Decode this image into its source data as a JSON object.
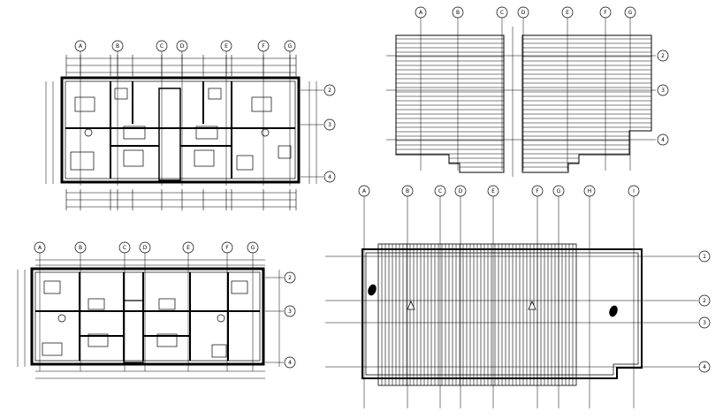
{
  "drawings": {
    "floor_plan_upper": {
      "grid_letters": [
        "A",
        "B",
        "C",
        "D",
        "E",
        "F",
        "G"
      ],
      "grid_numbers": [
        "2",
        "3",
        "4"
      ]
    },
    "roof_plan_upper": {
      "grid_letters": [
        "A",
        "B",
        "C",
        "D",
        "E",
        "F",
        "G"
      ],
      "grid_numbers": [
        "2",
        "3",
        "4"
      ]
    },
    "floor_plan_lower": {
      "grid_letters": [
        "A",
        "B",
        "C",
        "D",
        "E",
        "F",
        "G"
      ],
      "grid_numbers": [
        "2",
        "3",
        "4"
      ]
    },
    "roof_plan_lower": {
      "grid_letters": [
        "A",
        "B",
        "C",
        "D",
        "E",
        "F",
        "G",
        "H",
        "I"
      ],
      "grid_numbers": [
        "1",
        "2",
        "3",
        "4"
      ]
    }
  },
  "colors": {
    "ink": "#000000",
    "paper": "#ffffff"
  }
}
